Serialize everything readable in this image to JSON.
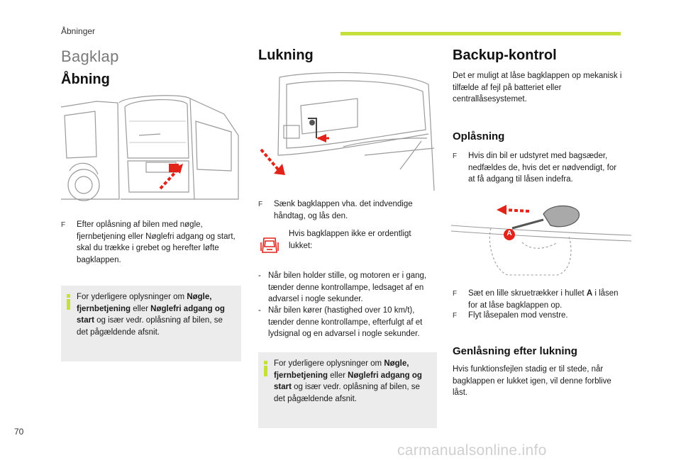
{
  "header": {
    "section": "Åbninger",
    "accent_color": "#c6e03b"
  },
  "title": "Bagklap",
  "col1": {
    "heading": "Åbning",
    "bullet_marker": "F",
    "bullet": "Efter oplåsning af bilen med nøgle, fjernbetjening eller Nøglefri adgang og start, skal du trække i grebet og herefter løfte bagklappen.",
    "note": {
      "t1": "For yderligere oplysninger om ",
      "b1": "Nøgle, fjernbetjening",
      "t2": " eller ",
      "b2": "Nøglefri adgang og start",
      "t3": " og især vedr. oplåsning af bilen, se det pågældende afsnit."
    }
  },
  "col2": {
    "heading": "Lukning",
    "bullet_marker": "F",
    "bullet": "Sænk bagklappen vha. det indvendige håndtag, og lås den.",
    "warning": "Hvis bagklappen ikke er ordentligt lukket:",
    "dash_marker": "-",
    "dash1": "Når bilen holder stille, og motoren er i gang, tænder denne kontrollampe, ledsaget af en advarsel i nogle sekunder.",
    "dash2": "Når bilen kører (hastighed over 10 km/t), tænder denne kontrollampe, efterfulgt af et lydsignal og en advarsel i nogle sekunder.",
    "note": {
      "t1": "For yderligere oplysninger om ",
      "b1": "Nøgle, fjernbetjening",
      "t2": " eller ",
      "b2": "Nøglefri adgang og start",
      "t3": " og især vedr. oplåsning af bilen, se det pågældende afsnit."
    }
  },
  "col3": {
    "heading": "Backup-kontrol",
    "intro": "Det er muligt at låse bagklappen op mekanisk i tilfælde af fejl på batteriet eller centrallåsesystemet.",
    "sub1": "Oplåsning",
    "bullet_marker": "F",
    "bullet1": "Hvis din bil er udstyret med bagsæder, nedfældes de, hvis det er nødvendigt, for at få adgang til låsen indefra.",
    "label_a": "A",
    "bullet2_pre": "Sæt en lille skruetrækker i hullet ",
    "bullet2_bold": "A",
    "bullet2_post": " i låsen for at låse bagklappen op.",
    "bullet3": "Flyt låsepalen mod venstre.",
    "sub2": "Genlåsning efter lukning",
    "outro": "Hvis funktionsfejlen stadig er til stede, når bagklappen er lukket igen, vil denne forblive låst."
  },
  "footer": {
    "page_number": "70",
    "watermark": "carmanualsonline.info"
  }
}
